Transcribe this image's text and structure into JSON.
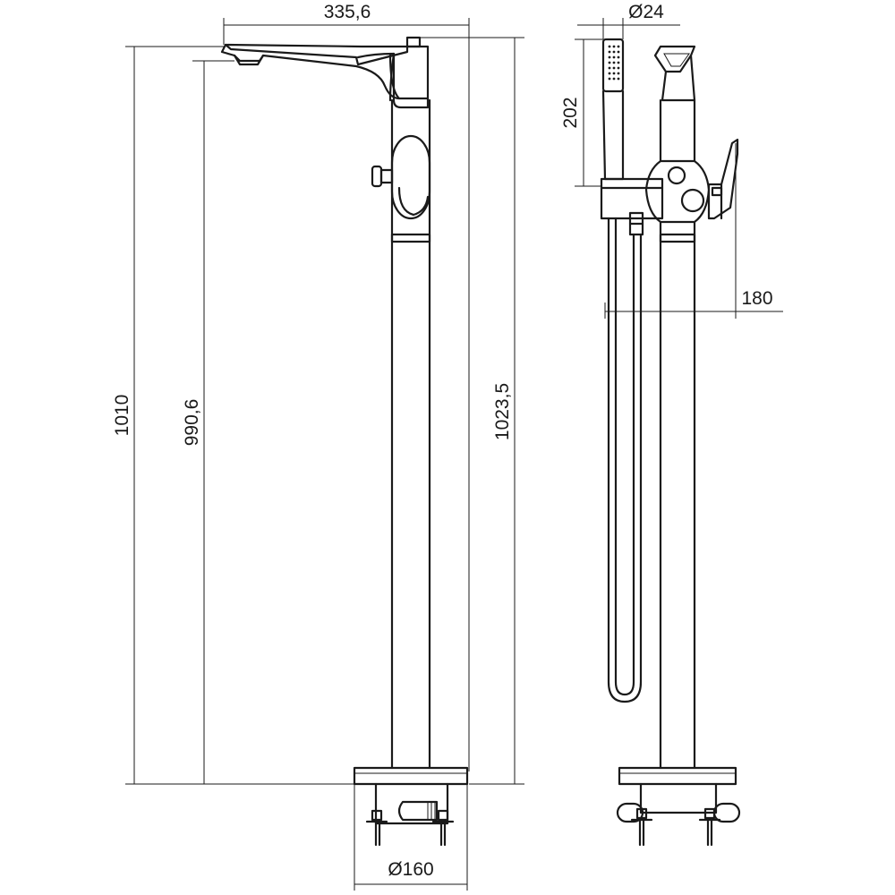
{
  "drawing": {
    "dimensions": {
      "spout_reach": "335,6",
      "total_height": "1010",
      "spout_height": "990,6",
      "overall_height": "1023,5",
      "base_diameter": "Ø160",
      "handshower_diameter": "Ø24",
      "handshower_length": "202",
      "side_depth": "180"
    }
  }
}
